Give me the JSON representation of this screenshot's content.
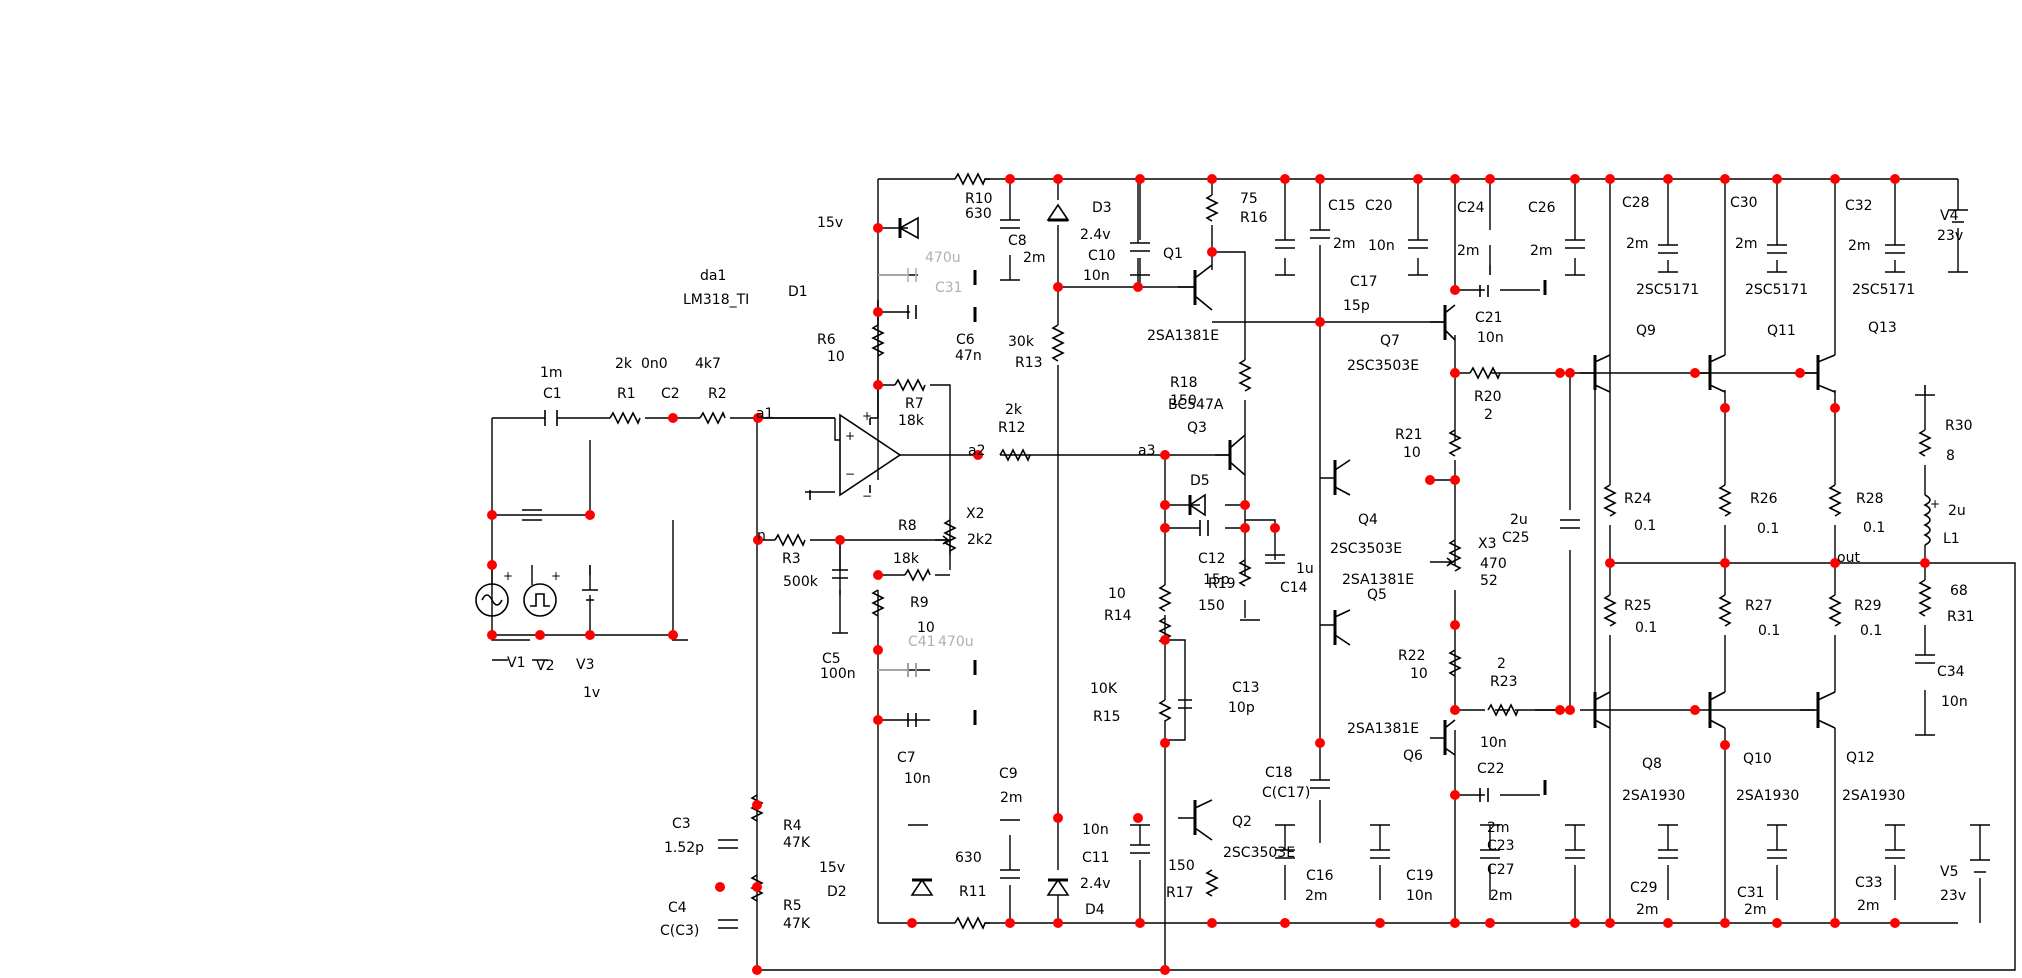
{
  "colors": {
    "wire": "#000000",
    "node": "#ff0000",
    "ghost": "#b0b0b0",
    "background": "#ffffff"
  },
  "labels": {
    "da1": "da1",
    "lm318": "LM318_TI",
    "d1": "D1",
    "v15_top": "15v",
    "v15_bot": "15v",
    "c1v": "1m",
    "c1": "C1",
    "r1v": "2k",
    "c2v": "0n0",
    "r1": "R1",
    "c2": "C2",
    "r2v": "4k7",
    "r2": "R2",
    "a1": "a1",
    "n": "n",
    "a2": "a2",
    "a3": "a3",
    "r10": "R10",
    "r10v": "630",
    "c8": "C8",
    "c8v": "2m",
    "d3": "D3",
    "d3v": "2.4v",
    "c10v": "C10",
    "c10vv": "10n",
    "q1": "Q1",
    "r16v": "75",
    "r16": "R16",
    "c15": "C15",
    "c20": "C20",
    "c15v": "2m",
    "c20v": "10n",
    "c17": "C17",
    "c17v": "15p",
    "c24": "C24",
    "c26": "C26",
    "c24v": "2m",
    "c26v": "2m",
    "c21": "C21",
    "c21v": "10n",
    "c28": "C28",
    "c28v": "2m",
    "c30": "C30",
    "c30v": "2m",
    "c32": "C32",
    "c32v": "2m",
    "v4": "V4",
    "v4v": "23v",
    "q9t": "2SC5171",
    "q11t": "2SC5171",
    "q13t": "2SC5171",
    "q9": "Q9",
    "q11": "Q11",
    "q13": "Q13",
    "c31": "C31",
    "c31v": "470u",
    "r6": "R6",
    "r6v": "10",
    "c6": "C6",
    "c6v": "47n",
    "r13v": "30k",
    "r13": "R13",
    "q1t": "2SA1381E",
    "r18": "R18",
    "r18v": "150",
    "q3t": "BC547A",
    "q3": "Q3",
    "q7": "Q7",
    "q7t": "2SC3503E",
    "r7": "R7",
    "r7v": "18k",
    "r12v": "2k",
    "r12": "R12",
    "r20": "R20",
    "r20v": "2",
    "r21": "R21",
    "r21v": "10",
    "r30": "R30",
    "r30v": "8",
    "l1v": "2u",
    "l1": "L1",
    "d5": "D5",
    "q4": "Q4",
    "q4t": "2SC3503E",
    "q5t": "2SA1381E",
    "q5": "Q5",
    "x3": "X3",
    "x3v": "470",
    "x3v2": "52",
    "c25": "C25",
    "c25v": "2u",
    "r24": "R24",
    "r24v": "0.1",
    "r26": "R26",
    "r26v": "0.1",
    "r28": "R28",
    "r28v": "0.1",
    "out": "out",
    "r8": "R8",
    "x2": "X2",
    "x2v": "2k2",
    "r3": "R3",
    "r3v": "500k",
    "r8v": "18k",
    "r9": "R9",
    "r9v": "10",
    "c12": "C12",
    "c12v": "15p",
    "r19": "R19",
    "r19v": "150",
    "c14v": "1u",
    "c14": "C14",
    "r14v": "10",
    "r14": "R14",
    "c41": "C41",
    "c41v": "470u",
    "c5": "C5",
    "c5v": "100n",
    "r25": "R25",
    "r25v": "0.1",
    "r27": "R27",
    "r27v": "0.1",
    "r29": "R29",
    "r29v": "0.1",
    "r31v": "68",
    "r31": "R31",
    "c34": "C34",
    "c34v": "10n",
    "v1": "V1",
    "v2": "V2",
    "v3": "V3",
    "v3v": "1v",
    "r22": "R22",
    "r22v": "10",
    "r23v": "2",
    "r23": "R23",
    "r15v": "10K",
    "r15": "R15",
    "c13": "C13",
    "c13v": "10p",
    "c7": "C7",
    "c7v": "10n",
    "c9": "C9",
    "c9v": "2m",
    "q6t": "2SA1381E",
    "q6": "Q6",
    "c18": "C18",
    "c18v": "C(C17)",
    "c22": "C22",
    "c23v": "10n",
    "q8": "Q8",
    "q8t": "2SA1930",
    "q10": "Q10",
    "q10t": "2SA1930",
    "q12": "Q12",
    "q12t": "2SA1930",
    "c3": "C3",
    "c3v": "1.52p",
    "r4": "R4",
    "r4v": "47K",
    "r11v": "630",
    "r11": "R11",
    "c11v": "10n",
    "c11": "C11",
    "c11vv": "2.4v",
    "d2": "D2",
    "d4": "D4",
    "r17v": "150",
    "r17": "R17",
    "q2": "Q2",
    "q2t": "2SC3503E",
    "c16": "C16",
    "c16v": "2m",
    "c19": "C19",
    "c19v": "10n",
    "c23": "C23",
    "c23vv": "2m",
    "c27": "C27",
    "c27v": "2m",
    "c29": "C29",
    "c29v": "2m",
    "c31b": "C31",
    "c31bv": "2m",
    "c33": "C33",
    "c33v": "2m",
    "v5": "V5",
    "v5v": "23v",
    "c4": "C4",
    "c4v": "C(C3)",
    "r5": "R5",
    "r5v": "47K"
  }
}
